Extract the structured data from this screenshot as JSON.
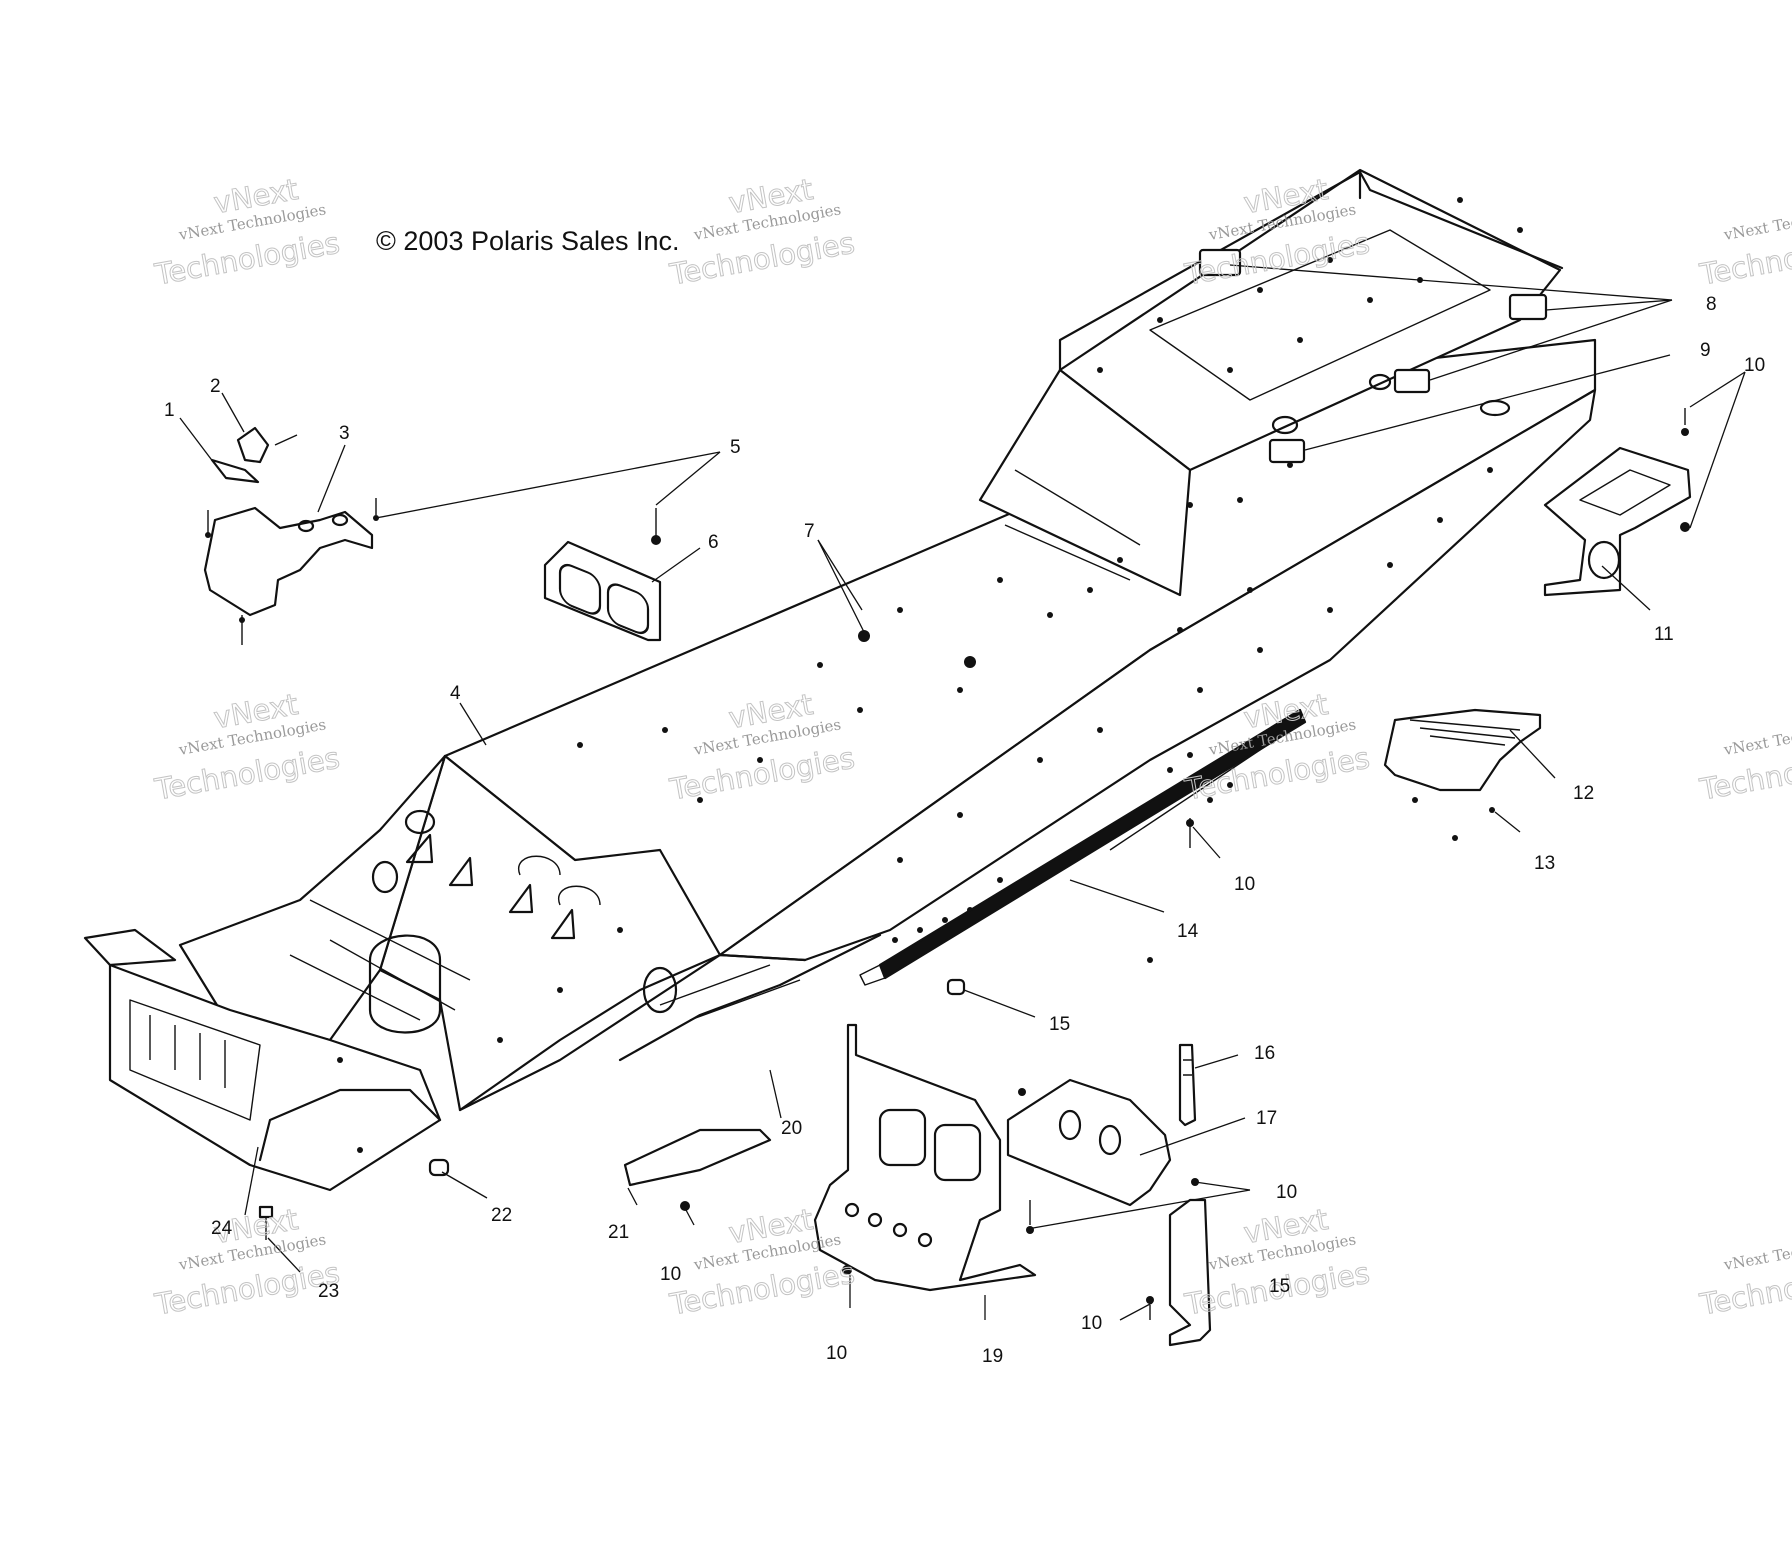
{
  "copyright": "© 2003 Polaris Sales Inc.",
  "watermark": {
    "small": "vNext Technologies",
    "big_line1": "vNext",
    "big_line2": "Technologies"
  },
  "callouts": {
    "c1": "1",
    "c2": "2",
    "c3": "3",
    "c4": "4",
    "c5": "5",
    "c6": "6",
    "c7": "7",
    "c8": "8",
    "c9": "9",
    "c10": "10",
    "c11": "11",
    "c12": "12",
    "c13": "13",
    "c14": "14",
    "c15": "15",
    "c16": "16",
    "c17": "17",
    "c19": "19",
    "c20": "20",
    "c21": "21",
    "c22": "22",
    "c23": "23",
    "c24": "24"
  },
  "colors": {
    "ink": "#111111",
    "watermark": "#9a9a9a",
    "paper": "#ffffff"
  }
}
